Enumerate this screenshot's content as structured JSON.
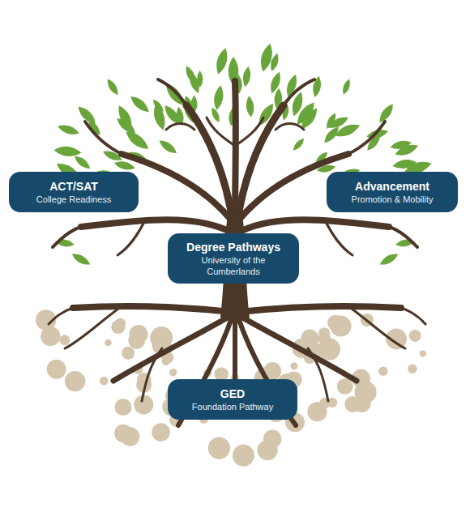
{
  "diagram": {
    "nodes": [
      {
        "text": [
          "ACT/SAT",
          "College Readiness"
        ]
      },
      {
        "text": [
          "Advancement",
          "Promotion & Mobility"
        ]
      },
      {
        "text": [
          "Degree Pathways",
          "University of the Cumberlands"
        ]
      },
      {
        "text": [
          "GED",
          "Foundation Pathway"
        ]
      }
    ]
  }
}
